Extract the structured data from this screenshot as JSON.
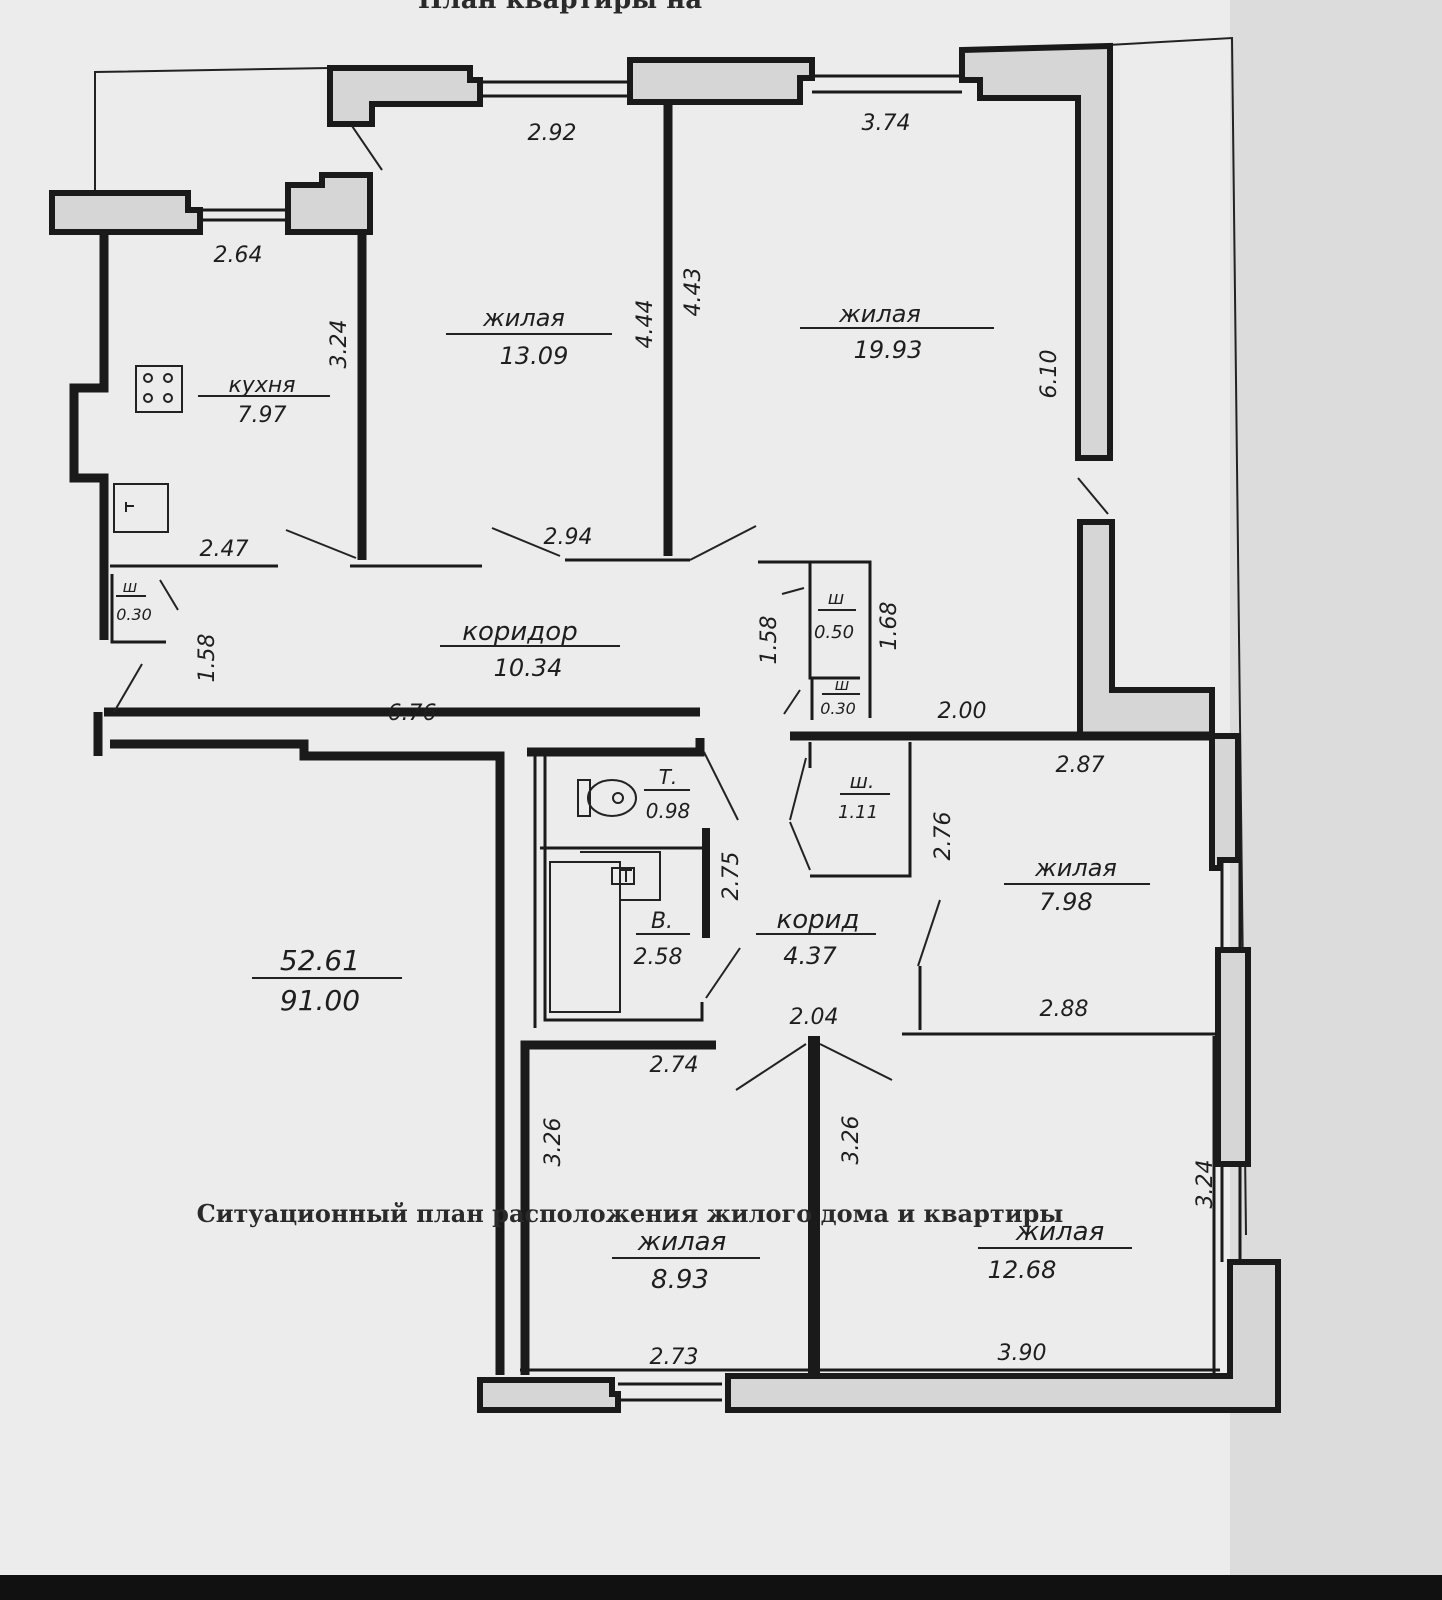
{
  "header": {
    "top_title": "План квартиры на"
  },
  "caption": "Ситуационный план расположения жилого дома и квартиры",
  "totals": {
    "living_area": "52.61",
    "total_area": "91.00"
  },
  "rooms": {
    "kitchen": {
      "label": "кухня",
      "area": "7.97"
    },
    "living1": {
      "label": "жилая",
      "area": "13.09"
    },
    "living2": {
      "label": "жилая",
      "area": "19.93"
    },
    "corridor": {
      "label": "коридор",
      "area": "10.34"
    },
    "closet_small": {
      "label": "ш",
      "area": "0.30"
    },
    "closet_a": {
      "label": "ш",
      "area": "0.50"
    },
    "closet_b": {
      "label": "ш",
      "area": "0.30"
    },
    "closet_c": {
      "label": "ш.",
      "area": "1.11"
    },
    "toilet": {
      "label": "Т.",
      "area": "0.98"
    },
    "bath": {
      "label": "В.",
      "area": "2.58"
    },
    "corridor2": {
      "label": "корид",
      "area": "4.37"
    },
    "living3": {
      "label": "жилая",
      "area": "7.98"
    },
    "living4": {
      "label": "жилая",
      "area": "8.93"
    },
    "living5": {
      "label": "жилая",
      "area": "12.68"
    }
  },
  "dimensions": {
    "d_292": "2.92",
    "d_374": "3.74",
    "d_264": "2.64",
    "d_324a": "3.24",
    "d_444": "4.44",
    "d_443": "4.43",
    "d_610": "6.10",
    "d_247": "2.47",
    "d_294": "2.94",
    "d_158a": "1.58",
    "d_158b": "1.58",
    "d_168": "1.68",
    "d_676": "6.76",
    "d_200": "2.00",
    "d_287": "2.87",
    "d_276": "2.76",
    "d_275": "2.75",
    "d_288": "2.88",
    "d_204": "2.04",
    "d_274": "2.74",
    "d_326a": "3.26",
    "d_326b": "3.26",
    "d_324b": "3.24",
    "d_273": "2.73",
    "d_390": "3.90"
  }
}
